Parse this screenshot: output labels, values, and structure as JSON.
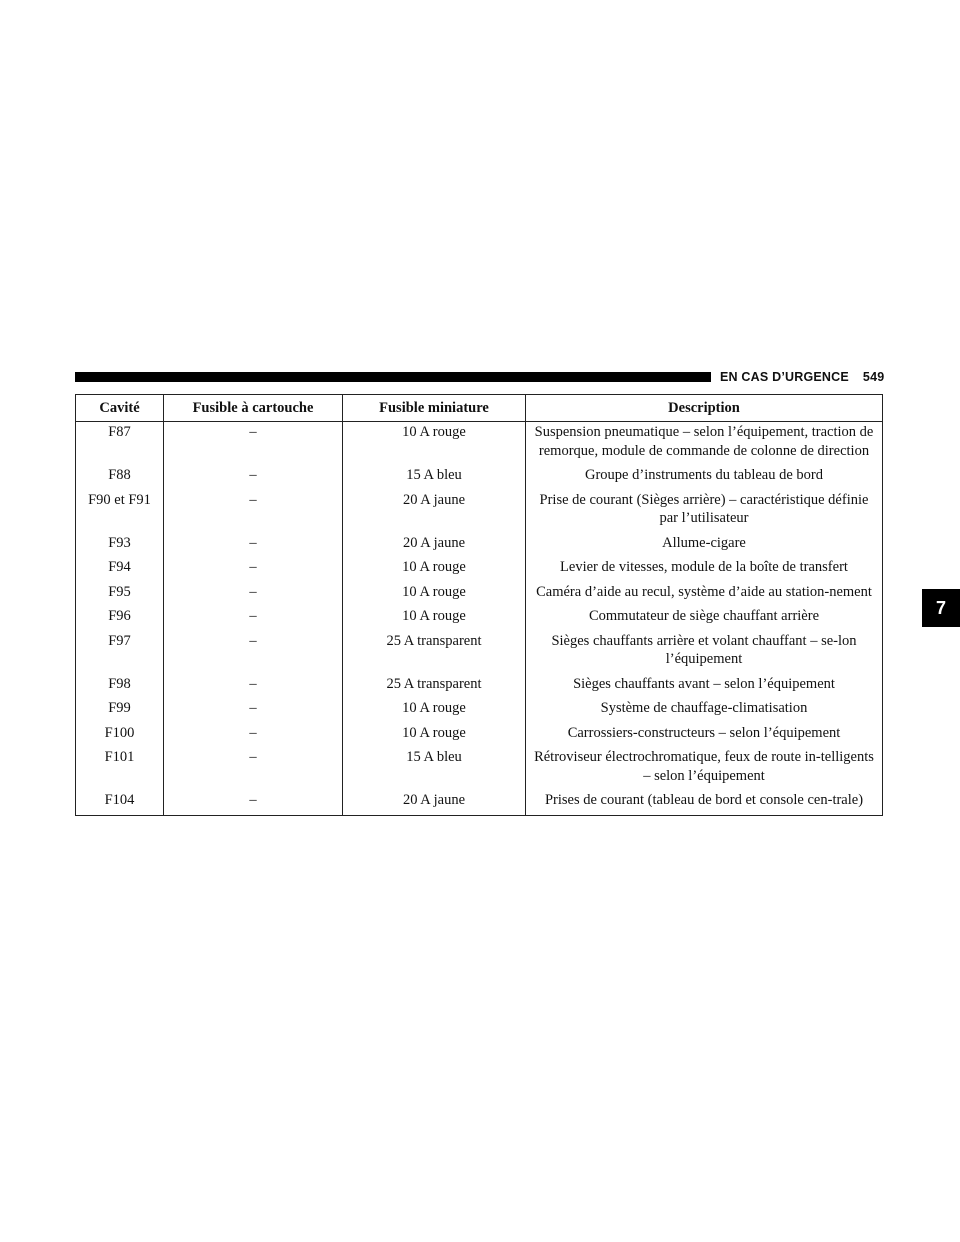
{
  "header": {
    "section_title": "EN CAS D’URGENCE",
    "page_number": "549"
  },
  "chapter_tab": "7",
  "table": {
    "columns": [
      "Cavité",
      "Fusible à cartouche",
      "Fusible miniature",
      "Description"
    ],
    "rows": [
      [
        "F87",
        "–",
        "10 A rouge",
        "Suspension pneumatique – selon l’équipement, traction de remorque, module de commande de colonne de direction"
      ],
      [
        "F88",
        "–",
        "15 A bleu",
        "Groupe d’instruments du tableau de bord"
      ],
      [
        "F90 et F91",
        "–",
        "20 A jaune",
        "Prise de courant (Sièges arrière) – caractéristique définie par l’utilisateur"
      ],
      [
        "F93",
        "–",
        "20 A jaune",
        "Allume-cigare"
      ],
      [
        "F94",
        "–",
        "10 A rouge",
        "Levier de vitesses, module de la boîte de transfert"
      ],
      [
        "F95",
        "–",
        "10 A rouge",
        "Caméra d’aide au recul, système d’aide au station-nement"
      ],
      [
        "F96",
        "–",
        "10 A rouge",
        "Commutateur de siège chauffant arrière"
      ],
      [
        "F97",
        "–",
        "25 A transparent",
        "Sièges chauffants arrière et volant chauffant – se-lon l’équipement"
      ],
      [
        "F98",
        "–",
        "25 A transparent",
        "Sièges chauffants avant – selon l’équipement"
      ],
      [
        "F99",
        "–",
        "10 A rouge",
        "Système de chauffage-climatisation"
      ],
      [
        "F100",
        "–",
        "10 A rouge",
        "Carrossiers-constructeurs – selon l’équipement"
      ],
      [
        "F101",
        "–",
        "15 A bleu",
        "Rétroviseur électrochromatique, feux de route in-telligents – selon l’équipement"
      ],
      [
        "F104",
        "–",
        "20 A jaune",
        "Prises de courant (tableau de bord et console cen-trale)"
      ]
    ]
  }
}
